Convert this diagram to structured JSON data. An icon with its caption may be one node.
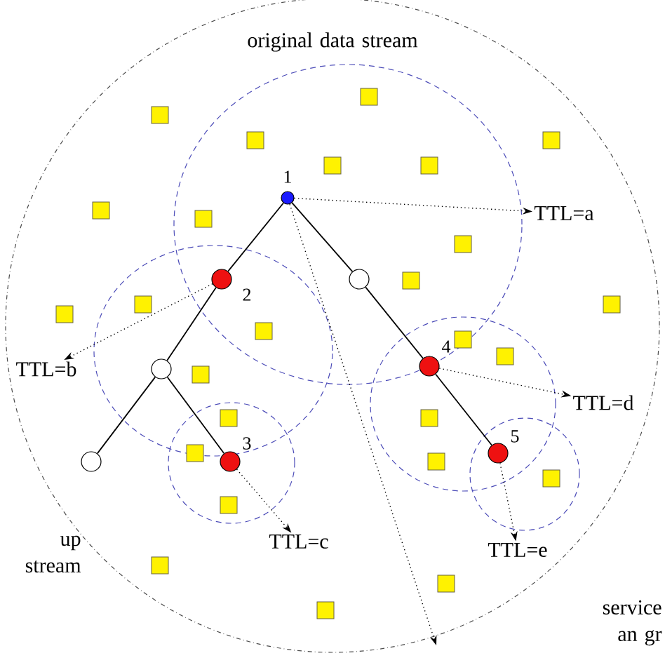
{
  "diagram": {
    "nodes": [
      {
        "text": [],
        "shape": "circle",
        "beside": [
          "1"
        ]
      },
      {
        "text": [],
        "shape": "circle",
        "beside": [
          "2"
        ]
      },
      {
        "text": [],
        "shape": "circle"
      },
      {
        "text": [],
        "shape": "circle"
      },
      {
        "text": [],
        "shape": "circle",
        "beside": [
          "3"
        ]
      },
      {
        "text": [],
        "shape": "circle"
      },
      {
        "text": [],
        "shape": "circle",
        "beside": [
          "4"
        ]
      },
      {
        "text": [],
        "shape": "circle",
        "beside": [
          "5"
        ]
      },
      {
        "text": [
          "TTL=a"
        ]
      },
      {
        "text": [
          "TTL=b"
        ]
      },
      {
        "text": [
          "TTL=c"
        ]
      },
      {
        "text": [
          "TTL=d"
        ]
      },
      {
        "text": [
          "TTL=e"
        ]
      }
    ],
    "edges": [
      {
        "from": 0,
        "to": 1,
        "arrow": "none"
      },
      {
        "from": 1,
        "to": 2,
        "arrow": "none"
      },
      {
        "from": 2,
        "to": 3,
        "arrow": "none"
      },
      {
        "from": 2,
        "to": 4,
        "arrow": "none"
      },
      {
        "from": 0,
        "to": 5,
        "arrow": "none"
      },
      {
        "from": 5,
        "to": 6,
        "arrow": "none"
      },
      {
        "from": 6,
        "to": 7,
        "arrow": "none"
      },
      {
        "from": 0,
        "to": 8,
        "arrow": "to",
        "style": "dashed"
      },
      {
        "from": 1,
        "to": 9,
        "arrow": "to",
        "style": "dashed"
      },
      {
        "from": 4,
        "to": 10,
        "arrow": "to",
        "style": "dashed"
      },
      {
        "from": 6,
        "to": 11,
        "arrow": "to",
        "style": "dashed"
      },
      {
        "from": 7,
        "to": 12,
        "arrow": "to",
        "style": "dashed"
      },
      {
        "from": 0,
        "to": null,
        "arrow": "to",
        "style": "dashed"
      }
    ],
    "labels": [
      "original data stream",
      "up stream",
      "service an gr"
    ]
  }
}
